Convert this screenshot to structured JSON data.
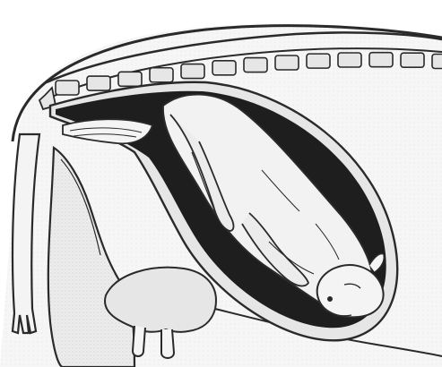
{
  "figure": {
    "subject": "fetus-in-uterus-cross-section",
    "colors": {
      "outline": "#2a2a2a",
      "dark_cavity": "#1e1e1e",
      "body_fill": "#e6e6e6",
      "light_fill": "#f4f4f4",
      "paper": "#ffffff"
    },
    "parts": [
      {
        "id": "spine",
        "icon": "vertebral-column-icon"
      },
      {
        "id": "tail",
        "icon": "tail-icon"
      },
      {
        "id": "uterus",
        "icon": "uterus-icon"
      },
      {
        "id": "fetus",
        "icon": "fetus-icon"
      },
      {
        "id": "udder",
        "icon": "udder-icon"
      },
      {
        "id": "hind-leg",
        "icon": "hind-leg-icon"
      }
    ]
  }
}
